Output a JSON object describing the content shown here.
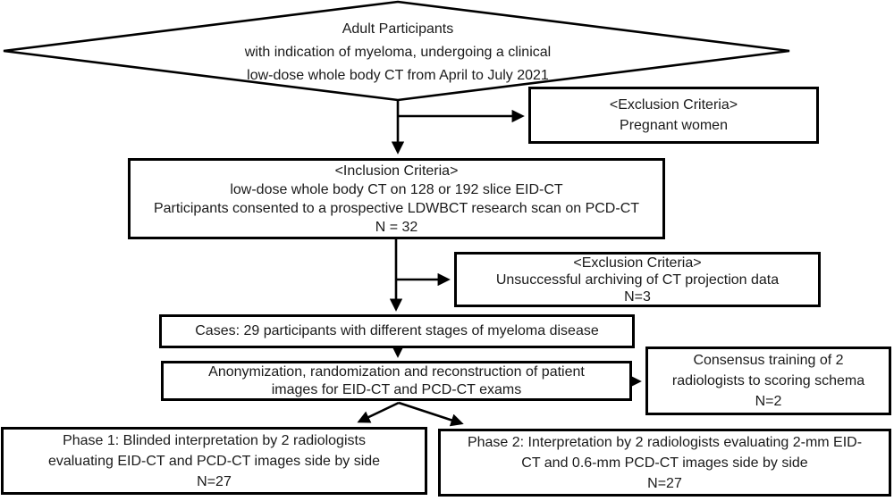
{
  "figure": {
    "type": "study-flow-diagram",
    "colors": {
      "line": "#000000",
      "background": "#ffffff",
      "text": "#1a1a1a"
    }
  },
  "diamond": {
    "lines": [
      "Adult Participants",
      "with indication of myeloma, undergoing a clinical",
      "low-dose whole body CT from April to July 2021"
    ]
  },
  "exclusion1": {
    "lines": [
      "<Exclusion Criteria>",
      "Pregnant women"
    ]
  },
  "inclusion": {
    "lines": [
      "<Inclusion Criteria>",
      "low-dose whole body CT on 128 or 192 slice EID-CT",
      "Participants consented to a prospective LDWBCT research scan on PCD-CT",
      "N = 32"
    ]
  },
  "exclusion2": {
    "lines": [
      "<Exclusion Criteria>",
      "Unsuccessful archiving of CT projection data",
      "N=3"
    ]
  },
  "cases": {
    "lines": [
      "Cases: 29 participants with different stages of myeloma disease"
    ]
  },
  "anonymization": {
    "lines": [
      "Anonymization, randomization and reconstruction of patient",
      "images for EID-CT and PCD-CT exams"
    ]
  },
  "consensus": {
    "lines": [
      "Consensus training of 2",
      "radiologists to scoring schema",
      "N=2"
    ]
  },
  "phase1": {
    "lines": [
      "Phase 1: Blinded interpretation by 2 radiologists",
      "evaluating EID-CT and PCD-CT images side by side",
      "N=27"
    ]
  },
  "phase2": {
    "lines": [
      "Phase 2: Interpretation by 2 radiologists evaluating 2-mm EID-",
      "CT and 0.6-mm PCD-CT images side by side",
      "N=27"
    ]
  }
}
